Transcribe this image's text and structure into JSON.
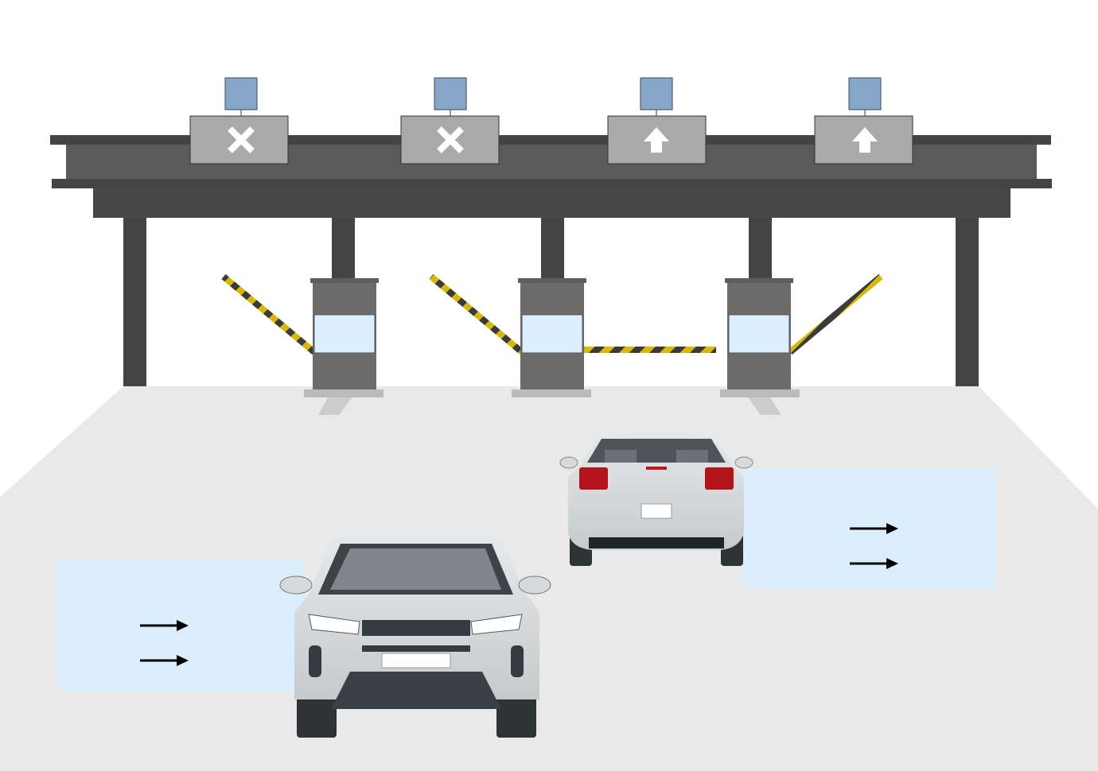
{
  "scene": {
    "lanes": [
      {
        "signal": "x-icon",
        "status": "closed"
      },
      {
        "signal": "x-icon",
        "status": "closed"
      },
      {
        "signal": "arrow-up-icon",
        "status": "open"
      },
      {
        "signal": "arrow-up-icon",
        "status": "open"
      }
    ],
    "barriers": [
      {
        "state": "raised"
      },
      {
        "state": "raised"
      },
      {
        "state": "lowered"
      },
      {
        "state": "raised"
      }
    ],
    "direction_arrows": [
      "arrow-right-icon",
      "arrow-right-icon",
      "arrow-right-icon",
      "arrow-right-icon"
    ]
  },
  "colors": {
    "gantry_dark": "#444444",
    "gantry_beam": "#5a5a5a",
    "sign_panel": "#aaaaaa",
    "camera_blue": "#87a7c9",
    "booth": "#6b6b6b",
    "booth_window": "#dcefff",
    "road": "#e9e9e9",
    "lane_zone": "#dbeefb",
    "stripe_yellow": "#d9b800",
    "stripe_dark": "#3a3a3a"
  }
}
